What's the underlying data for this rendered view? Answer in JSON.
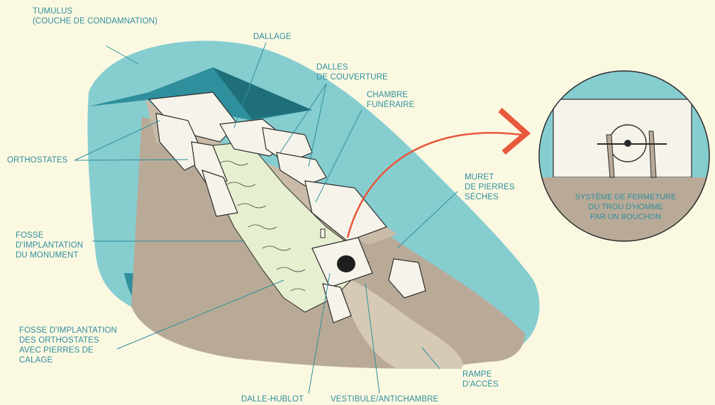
{
  "colors": {
    "background": "#fbf8e2",
    "tumulus": "#86cdd0",
    "tumulus_dark": "#2f8f9c",
    "ground": "#b9aa98",
    "stone": "#f6f4ea",
    "stone_outline": "#2b2b2b",
    "fill_stones": "#e6efcf",
    "arrow": "#e8583c",
    "label_text": "#2f8f9c"
  },
  "labels": {
    "tumulus": [
      "TUMULUS",
      "(COUCHE DE CONDAMNATION)"
    ],
    "dallage": [
      "DALLAGE"
    ],
    "dalles_couverture": [
      "DALLES",
      "DE COUVERTURE"
    ],
    "chambre": [
      "CHAMBRE",
      "FUNÉRAIRE"
    ],
    "orthostates": [
      "ORTHOSTATES"
    ],
    "muret": [
      "MURET",
      "DE PIERRES",
      "SÈCHES"
    ],
    "fosse_monument": [
      "FOSSE",
      "D'IMPLANTATION",
      "DU MONUMENT"
    ],
    "fosse_orthostates": [
      "FOSSE D'IMPLANTATION",
      "DES ORTHOSTATES",
      "AVEC PIERRES DE",
      "CALAGE"
    ],
    "dalle_hublot": [
      "DALLE-HUBLOT"
    ],
    "vestibule": [
      "VESTIBULE/ANTICHAMBRE"
    ],
    "rampe": [
      "RAMPE",
      "D'ACCÈS"
    ]
  },
  "inset": {
    "caption": [
      "SYSTÈME DE FERMETURE",
      "DU TROU D'HOMME",
      "PAR UN BOUCHON"
    ]
  },
  "icons": [
    "arrow-icon",
    "plug-icon"
  ]
}
